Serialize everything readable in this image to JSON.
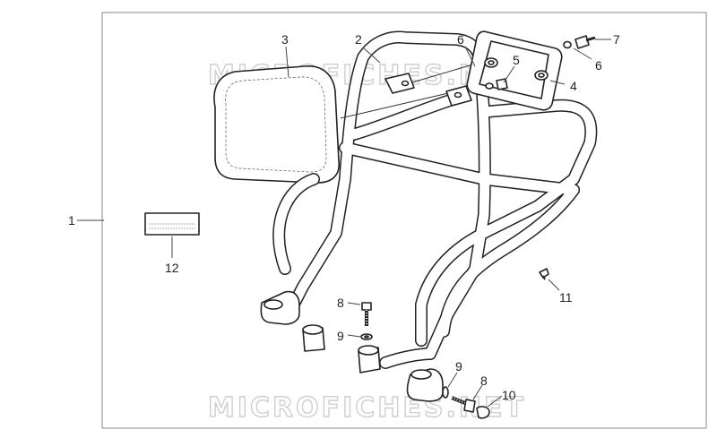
{
  "watermark": "MICROFICHES.NET",
  "callouts": {
    "c1": "1",
    "c2": "2",
    "c3": "3",
    "c4": "4",
    "c5": "5",
    "c6a": "6",
    "c6b": "6",
    "c7": "7",
    "c8a": "8",
    "c8b": "8",
    "c9a": "9",
    "c9b": "9",
    "c10": "10",
    "c11": "11",
    "c12": "12"
  }
}
